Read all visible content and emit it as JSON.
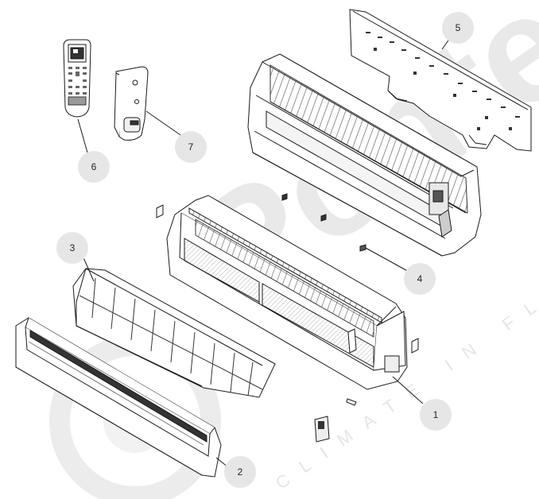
{
  "diagram": {
    "type": "exploded-parts-view",
    "subject": "wall-mounted split air conditioner indoor unit",
    "line_color": "#1a1a1a",
    "callout_fill": "#e6e6e6",
    "watermark": {
      "brand_text": "Ponte",
      "tagline": "CLIMATE IN FLAVEN",
      "color": "#e4e4e4"
    },
    "callouts": [
      {
        "id": "1",
        "label": "1"
      },
      {
        "id": "2",
        "label": "2"
      },
      {
        "id": "3",
        "label": "3"
      },
      {
        "id": "4",
        "label": "4"
      },
      {
        "id": "5",
        "label": "5"
      },
      {
        "id": "6",
        "label": "6"
      },
      {
        "id": "7",
        "label": "7"
      }
    ]
  }
}
